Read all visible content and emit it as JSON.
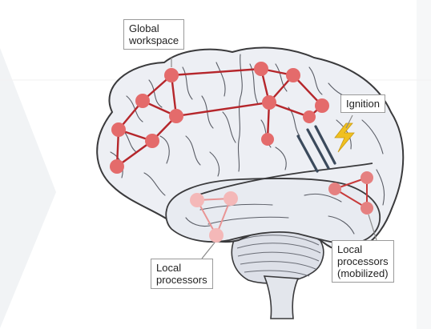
{
  "labels": {
    "global_workspace": "Global\nworkspace",
    "ignition": "Ignition",
    "local_processors": "Local\nprocessors",
    "local_processors_mobilized": "Local\nprocessors\n(mobilized)"
  },
  "colors": {
    "background": "#ffffff",
    "watermark": "#f1f3f5",
    "brain_fill": "#edeff4",
    "brain_outline": "#3a3a3c",
    "sulci": "#5a5d66",
    "workspace_node": "#e46b6b",
    "workspace_link": "#b5262b",
    "local_node_faint": "#f4b8b8",
    "local_link_faint": "#e99595",
    "mobilized_node": "#e58080",
    "mobilized_link": "#c73a3a",
    "ignition_bolt": "#f0c020",
    "pathway": "#3b4a5c"
  },
  "icons": [
    "ignition-bolt-icon"
  ]
}
